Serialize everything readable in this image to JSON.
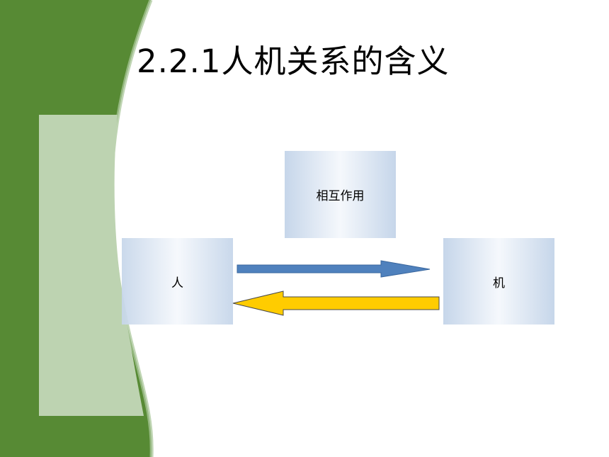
{
  "slide": {
    "title": "2.2.1人机关系的含义"
  },
  "diagram": {
    "interaction_label": "相互作用",
    "human_label": "人",
    "machine_label": "机"
  },
  "colors": {
    "sidebar_green": "#578a34",
    "sidebar_panel": "#bdd3b1",
    "box_fill_edge": "#c6d6ea",
    "arrow_to_machine": "#4f81bd",
    "arrow_to_human": "#ffcc00"
  }
}
